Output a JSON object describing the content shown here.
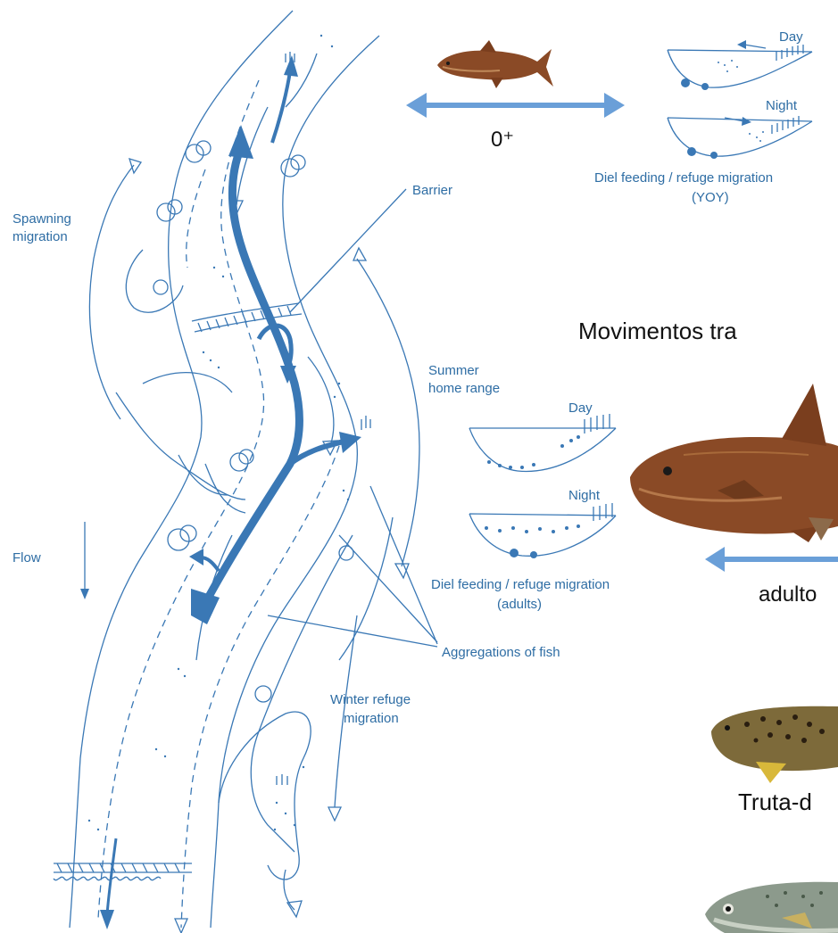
{
  "colors": {
    "ink": "#3a78b5",
    "arrow": "#6a9fd8",
    "text": "#111111",
    "fish_brown": "#8a4a26",
    "trout": "#7d6a3a",
    "silver": "#8c9a8c"
  },
  "labels": {
    "spawning_migration_1": "Spawning",
    "spawning_migration_2": "migration",
    "flow": "Flow",
    "barrier": "Barrier",
    "summer_home_range_1": "Summer",
    "summer_home_range_2": "home range",
    "winter_refuge_1": "Winter refuge",
    "winter_refuge_2": "migration",
    "aggregations": "Aggregations of fish",
    "day_top": "Day",
    "night_top": "Night",
    "diel_yoy_1": "Diel feeding / refuge migration",
    "diel_yoy_2": "(YOY)",
    "day_mid": "Day",
    "night_mid": "Night",
    "diel_adults_1": "Diel feeding / refuge migration",
    "diel_adults_2": "(adults)",
    "age_class": "0⁺",
    "movimentos": "Movimentos tra",
    "adulto": "adulto",
    "truta": "Truta-d"
  },
  "icons": {
    "fish_juvenile": "barbel-fish-image",
    "fish_adult": "barbel-fish-image",
    "trout": "brown-trout-image",
    "silver_fish": "silver-fish-image",
    "double_arrow": "double-arrow-icon",
    "left_arrow": "left-arrow-icon"
  }
}
